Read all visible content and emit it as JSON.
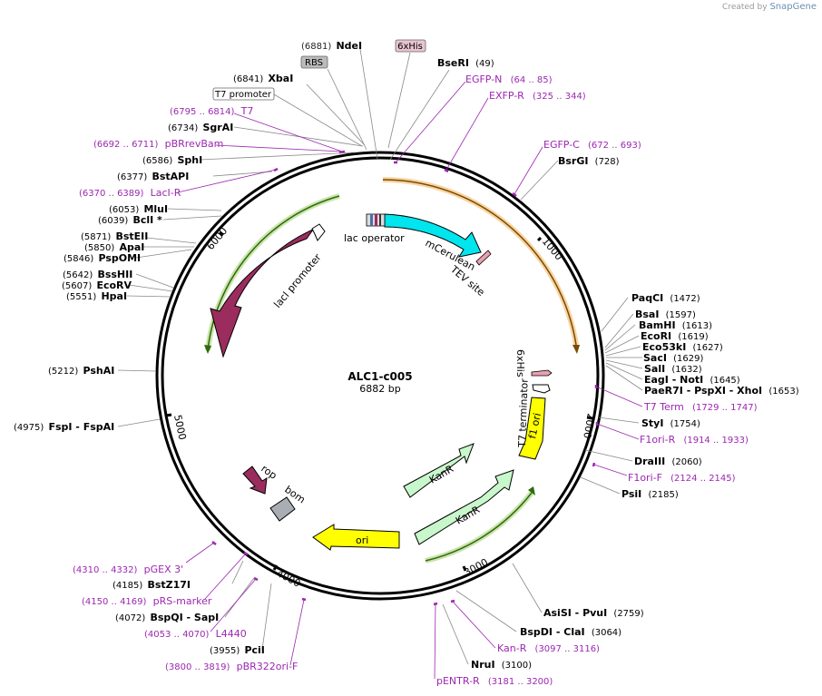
{
  "credit": {
    "prefix": "Created by",
    "brand": "SnapGene"
  },
  "plasmid": {
    "name": "ALC1-c005",
    "size": "6882 bp"
  },
  "ticks": [
    "1000",
    "2000",
    "3000",
    "4000",
    "5000",
    "6000"
  ],
  "labels": [
    {
      "num": "(6881)",
      "name": "NdeI",
      "kind": "enzyme"
    },
    {
      "num": "",
      "name": "RBS",
      "kind": "box-gray"
    },
    {
      "num": "",
      "name": "6xHis",
      "kind": "box-pink"
    },
    {
      "num": "(49)",
      "name": "BseRI",
      "kind": "enzyme"
    },
    {
      "num": "(64 .. 85)",
      "name": "EGFP-N",
      "kind": "primer"
    },
    {
      "num": "(325 .. 344)",
      "name": "EXFP-R",
      "kind": "primer"
    },
    {
      "num": "(6841)",
      "name": "XbaI",
      "kind": "enzyme"
    },
    {
      "num": "",
      "name": "T7 promoter",
      "kind": "box-white"
    },
    {
      "num": "(6795 .. 6814)",
      "name": "T7",
      "kind": "primer"
    },
    {
      "num": "(6734)",
      "name": "SgrAI",
      "kind": "enzyme"
    },
    {
      "num": "(6692 .. 6711)",
      "name": "pBRrevBam",
      "kind": "primer"
    },
    {
      "num": "(6586)",
      "name": "SphI",
      "kind": "enzyme"
    },
    {
      "num": "(6377)",
      "name": "BstAPI",
      "kind": "enzyme"
    },
    {
      "num": "(6370 .. 6389)",
      "name": "LacI-R",
      "kind": "primer"
    },
    {
      "num": "(6053)",
      "name": "MluI",
      "kind": "enzyme"
    },
    {
      "num": "(6039)",
      "name": "BclI *",
      "kind": "enzyme"
    },
    {
      "num": "(5871)",
      "name": "BstEII",
      "kind": "enzyme"
    },
    {
      "num": "(5850)",
      "name": "ApaI",
      "kind": "enzyme"
    },
    {
      "num": "(5846)",
      "name": "PspOMI",
      "kind": "enzyme"
    },
    {
      "num": "(5642)",
      "name": "BssHII",
      "kind": "enzyme"
    },
    {
      "num": "(5607)",
      "name": "EcoRV",
      "kind": "enzyme"
    },
    {
      "num": "(5551)",
      "name": "HpaI",
      "kind": "enzyme"
    },
    {
      "num": "(5212)",
      "name": "PshAI",
      "kind": "enzyme"
    },
    {
      "num": "(4975)",
      "name": "FspI  - FspAI",
      "kind": "enzyme"
    },
    {
      "num": "(672 .. 693)",
      "name": "EGFP-C",
      "kind": "primer"
    },
    {
      "num": "(728)",
      "name": "BsrGI",
      "kind": "enzyme"
    },
    {
      "num": "(1472)",
      "name": "PaqCI",
      "kind": "enzyme"
    },
    {
      "num": "(1597)",
      "name": "BsaI",
      "kind": "enzyme"
    },
    {
      "num": "(1613)",
      "name": "BamHI",
      "kind": "enzyme"
    },
    {
      "num": "(1619)",
      "name": "EcoRI",
      "kind": "enzyme"
    },
    {
      "num": "(1627)",
      "name": "Eco53kI",
      "kind": "enzyme"
    },
    {
      "num": "(1629)",
      "name": "SacI",
      "kind": "enzyme"
    },
    {
      "num": "(1632)",
      "name": "SalI",
      "kind": "enzyme"
    },
    {
      "num": "(1645)",
      "name": "EagI  - NotI",
      "kind": "enzyme"
    },
    {
      "num": "(1653)",
      "name": "PaeR7I  - PspXI  - XhoI",
      "kind": "enzyme"
    },
    {
      "num": "(1729 .. 1747)",
      "name": "T7 Term",
      "kind": "primer"
    },
    {
      "num": "(1754)",
      "name": "StyI",
      "kind": "enzyme"
    },
    {
      "num": "(1914 .. 1933)",
      "name": "F1ori-R",
      "kind": "primer"
    },
    {
      "num": "(2060)",
      "name": "DraIII",
      "kind": "enzyme"
    },
    {
      "num": "(2124 .. 2145)",
      "name": "F1ori-F",
      "kind": "primer"
    },
    {
      "num": "(2185)",
      "name": "PsiI",
      "kind": "enzyme"
    },
    {
      "num": "(2759)",
      "name": "AsiSI  - PvuI",
      "kind": "enzyme"
    },
    {
      "num": "(3064)",
      "name": "BspDI  - ClaI",
      "kind": "enzyme"
    },
    {
      "num": "(3097 .. 3116)",
      "name": "Kan-R",
      "kind": "primer"
    },
    {
      "num": "(3100)",
      "name": "NruI",
      "kind": "enzyme"
    },
    {
      "num": "(3181 .. 3200)",
      "name": "pENTR-R",
      "kind": "primer"
    },
    {
      "num": "(4310 .. 4332)",
      "name": "pGEX 3'",
      "kind": "primer"
    },
    {
      "num": "(4185)",
      "name": "BstZ17I",
      "kind": "enzyme"
    },
    {
      "num": "(4150 .. 4169)",
      "name": "pRS-marker",
      "kind": "primer"
    },
    {
      "num": "(4072)",
      "name": "BspQI  - SapI",
      "kind": "enzyme"
    },
    {
      "num": "(4053 .. 4070)",
      "name": "L4440",
      "kind": "primer"
    },
    {
      "num": "(3955)",
      "name": "PciI",
      "kind": "enzyme"
    },
    {
      "num": "(3800 .. 3819)",
      "name": "pBR322ori-F",
      "kind": "primer"
    }
  ],
  "features": [
    {
      "name": "lac operator"
    },
    {
      "name": "mCerulean"
    },
    {
      "name": "TEV site"
    },
    {
      "name": "lacI promoter"
    },
    {
      "name": "lacI"
    },
    {
      "name": "6xHis"
    },
    {
      "name": "T7 terminator"
    },
    {
      "name": "f1 ori"
    },
    {
      "name": "KanR"
    },
    {
      "name": "KanR"
    },
    {
      "name": "ori"
    },
    {
      "name": "rop"
    },
    {
      "name": "bom"
    }
  ],
  "colors": {
    "enzyme": "#000000",
    "primer": "#9c27b0",
    "number": "#222222",
    "mCerulean": "#00e5ee",
    "lacI": "#9b2c5e",
    "kanr": "#c8f7cc",
    "ori": "#ffff00",
    "f1ori": "#ffff00",
    "orf_orange": "#f0a030",
    "orf_green": "#4a8a1a",
    "bom": "#a8aeb4",
    "rop": "#9b2c5e",
    "tev": "#e8a0b0"
  }
}
